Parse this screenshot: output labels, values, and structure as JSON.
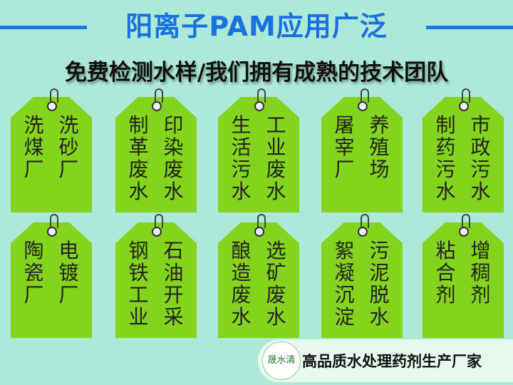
{
  "header": {
    "title": "阳离子PAM应用广泛",
    "subtitle": "免费检测水样/我们拥有成熟的技术团队"
  },
  "tags": [
    {
      "cols": [
        "洗煤厂",
        "洗砂厂"
      ]
    },
    {
      "cols": [
        "制革废水",
        "印染废水"
      ]
    },
    {
      "cols": [
        "生活污水",
        "工业废水"
      ]
    },
    {
      "cols": [
        "屠宰厂",
        "养殖场"
      ]
    },
    {
      "cols": [
        "制药污水",
        "市政污水"
      ]
    },
    {
      "cols": [
        "陶瓷厂",
        "电镀厂"
      ]
    },
    {
      "cols": [
        "钢铁工业",
        "石油开采"
      ]
    },
    {
      "cols": [
        "酿造废水",
        "选矿废水"
      ]
    },
    {
      "cols": [
        "絮凝沉淀",
        "污泥脱水"
      ]
    },
    {
      "cols": [
        "粘合剂",
        "增稠剂"
      ]
    }
  ],
  "banner": {
    "logo_text": "晟水清",
    "slogan": "高品质水处理药剂生产厂家"
  },
  "colors": {
    "background": "#ade9d8",
    "tag": "#84d31c",
    "title": "#1a70e0"
  }
}
